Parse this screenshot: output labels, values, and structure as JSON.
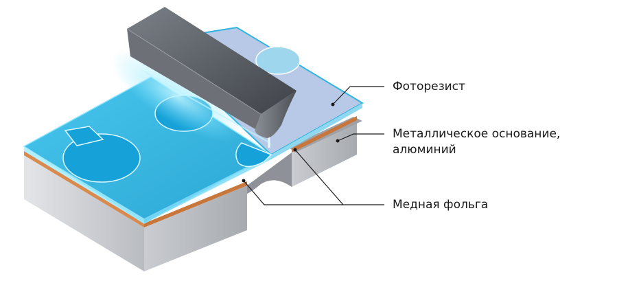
{
  "labels": {
    "photoresist": "Фоторезист",
    "metal_base_line1": "Металлическое основание,",
    "metal_base_line2": "алюминий",
    "copper_foil": "Медная фольга"
  },
  "colors": {
    "photoresist_exposed": "#2fb4e0",
    "photoresist_unexposed": "#b7c9e6",
    "copper": "#d98a4e",
    "aluminium_top": "#9ea2a8",
    "aluminium_side": "#c4c7cb",
    "laser_head": "#5c6066",
    "laser_beam": "#7fe3ff"
  }
}
